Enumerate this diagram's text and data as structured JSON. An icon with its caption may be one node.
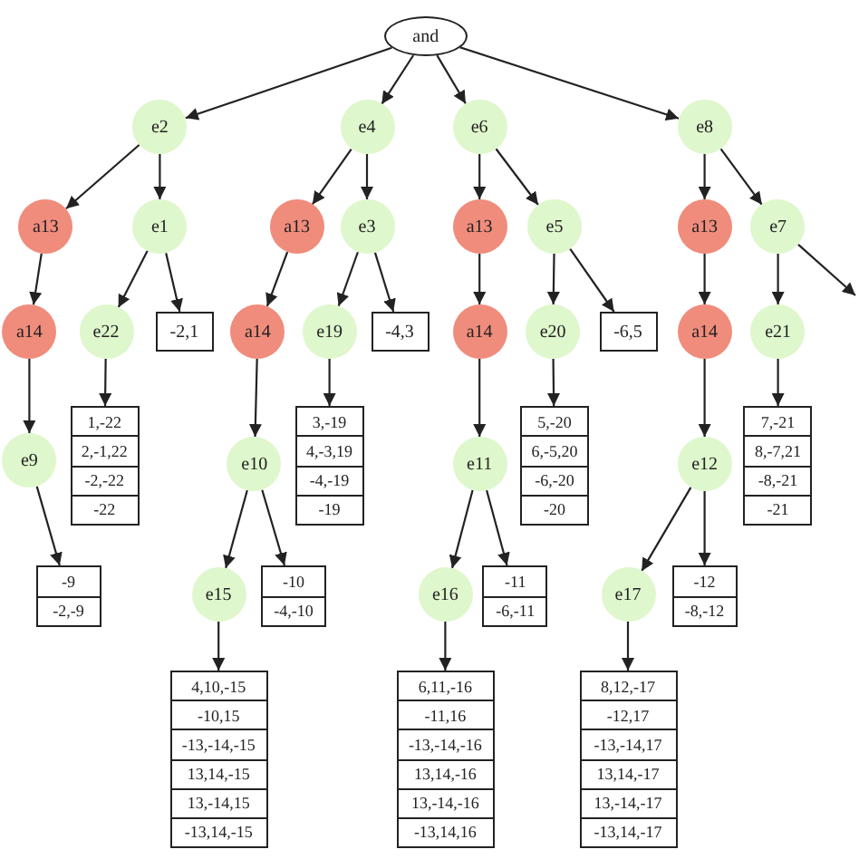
{
  "diagram": {
    "nodes": [
      {
        "text": [
          "and"
        ]
      },
      {
        "text": [
          "e2"
        ]
      },
      {
        "text": [
          "e4"
        ]
      },
      {
        "text": [
          "e6"
        ]
      },
      {
        "text": [
          "e8"
        ]
      },
      {
        "text": [
          "a13"
        ]
      },
      {
        "text": [
          "e1"
        ]
      },
      {
        "text": [
          "a13"
        ]
      },
      {
        "text": [
          "e3"
        ]
      },
      {
        "text": [
          "a13"
        ]
      },
      {
        "text": [
          "e5"
        ]
      },
      {
        "text": [
          "a13"
        ]
      },
      {
        "text": [
          "e7"
        ]
      },
      {
        "text": [
          "a14"
        ]
      },
      {
        "text": [
          "e22"
        ]
      },
      {
        "text": [
          "-2,1"
        ]
      },
      {
        "text": [
          "a14"
        ]
      },
      {
        "text": [
          "e19"
        ]
      },
      {
        "text": [
          "-4,3"
        ]
      },
      {
        "text": [
          "a14"
        ]
      },
      {
        "text": [
          "e20"
        ]
      },
      {
        "text": [
          "-6,5"
        ]
      },
      {
        "text": [
          "a14"
        ]
      },
      {
        "text": [
          "e21"
        ]
      },
      {
        "text": [
          "1,-22",
          "2,-1,22",
          "-2,-22",
          "-22"
        ]
      },
      {
        "text": [
          "3,-19",
          "4,-3,19",
          "-4,-19",
          "-19"
        ]
      },
      {
        "text": [
          "5,-20",
          "6,-5,20",
          "-6,-20",
          "-20"
        ]
      },
      {
        "text": [
          "7,-21",
          "8,-7,21",
          "-8,-21",
          "-21"
        ]
      },
      {
        "text": [
          "e9"
        ]
      },
      {
        "text": [
          "e10"
        ]
      },
      {
        "text": [
          "e11"
        ]
      },
      {
        "text": [
          "e12"
        ]
      },
      {
        "text": [
          "-9",
          "-2,-9"
        ]
      },
      {
        "text": [
          "e15"
        ]
      },
      {
        "text": [
          "-10",
          "-4,-10"
        ]
      },
      {
        "text": [
          "e16"
        ]
      },
      {
        "text": [
          "-11",
          "-6,-11"
        ]
      },
      {
        "text": [
          "e17"
        ]
      },
      {
        "text": [
          "-12",
          "-8,-12"
        ]
      },
      {
        "text": [
          "4,10,-15",
          "-10,15",
          "-13,-14,-15",
          "13,14,-15",
          "13,-14,15",
          "-13,14,-15"
        ]
      },
      {
        "text": [
          "6,11,-16",
          "-11,16",
          "-13,-14,-16",
          "13,14,-16",
          "13,-14,-16",
          "-13,14,16"
        ]
      },
      {
        "text": [
          "8,12,-17",
          "-12,17",
          "-13,-14,17",
          "13,14,-17",
          "13,-14,-17",
          "-13,14,-17"
        ]
      }
    ],
    "edges": [
      {
        "from": 0,
        "to": 1,
        "arrow": "to"
      },
      {
        "from": 0,
        "to": 2,
        "arrow": "to"
      },
      {
        "from": 0,
        "to": 3,
        "arrow": "to"
      },
      {
        "from": 0,
        "to": 4,
        "arrow": "to"
      },
      {
        "from": 1,
        "to": 5,
        "arrow": "to"
      },
      {
        "from": 1,
        "to": 6,
        "arrow": "to"
      },
      {
        "from": 2,
        "to": 7,
        "arrow": "to"
      },
      {
        "from": 2,
        "to": 8,
        "arrow": "to"
      },
      {
        "from": 3,
        "to": 9,
        "arrow": "to"
      },
      {
        "from": 3,
        "to": 10,
        "arrow": "to"
      },
      {
        "from": 4,
        "to": 11,
        "arrow": "to"
      },
      {
        "from": 4,
        "to": 12,
        "arrow": "to"
      },
      {
        "from": 5,
        "to": 13,
        "arrow": "to"
      },
      {
        "from": 6,
        "to": 14,
        "arrow": "to"
      },
      {
        "from": 6,
        "to": 15,
        "arrow": "to"
      },
      {
        "from": 7,
        "to": 16,
        "arrow": "to"
      },
      {
        "from": 8,
        "to": 17,
        "arrow": "to"
      },
      {
        "from": 8,
        "to": 18,
        "arrow": "to"
      },
      {
        "from": 9,
        "to": 19,
        "arrow": "to"
      },
      {
        "from": 10,
        "to": 20,
        "arrow": "to"
      },
      {
        "from": 10,
        "to": 21,
        "arrow": "to"
      },
      {
        "from": 11,
        "to": 22,
        "arrow": "to"
      },
      {
        "from": 12,
        "to": 23,
        "arrow": "to"
      },
      {
        "from": 12,
        "to": null,
        "arrow": "to"
      },
      {
        "from": 13,
        "to": 28,
        "arrow": "to"
      },
      {
        "from": 14,
        "to": 24,
        "arrow": "to"
      },
      {
        "from": 17,
        "to": 25,
        "arrow": "to"
      },
      {
        "from": 20,
        "to": 26,
        "arrow": "to"
      },
      {
        "from": 23,
        "to": 27,
        "arrow": "to"
      },
      {
        "from": 16,
        "to": 29,
        "arrow": "to"
      },
      {
        "from": 19,
        "to": 30,
        "arrow": "to"
      },
      {
        "from": 22,
        "to": 31,
        "arrow": "to"
      },
      {
        "from": 28,
        "to": 32,
        "arrow": "to"
      },
      {
        "from": 29,
        "to": 33,
        "arrow": "to"
      },
      {
        "from": 29,
        "to": 34,
        "arrow": "to"
      },
      {
        "from": 30,
        "to": 35,
        "arrow": "to"
      },
      {
        "from": 30,
        "to": 36,
        "arrow": "to"
      },
      {
        "from": 31,
        "to": 37,
        "arrow": "to"
      },
      {
        "from": 31,
        "to": 38,
        "arrow": "to"
      },
      {
        "from": 33,
        "to": 39,
        "arrow": "to"
      },
      {
        "from": 35,
        "to": 40,
        "arrow": "to"
      },
      {
        "from": 37,
        "to": 41,
        "arrow": "to"
      }
    ]
  }
}
